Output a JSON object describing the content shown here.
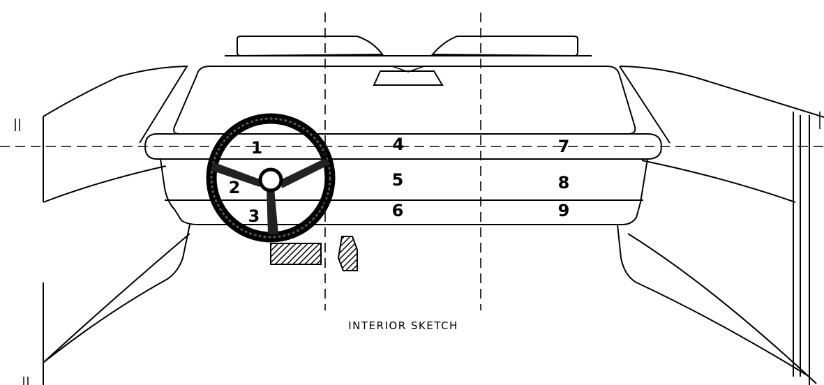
{
  "caption": "INTERIOR SKETCH",
  "zones": [
    "1",
    "2",
    "3",
    "4",
    "5",
    "6",
    "7",
    "8",
    "9"
  ],
  "ink_color": "#000000",
  "background_color": "#ffffff"
}
